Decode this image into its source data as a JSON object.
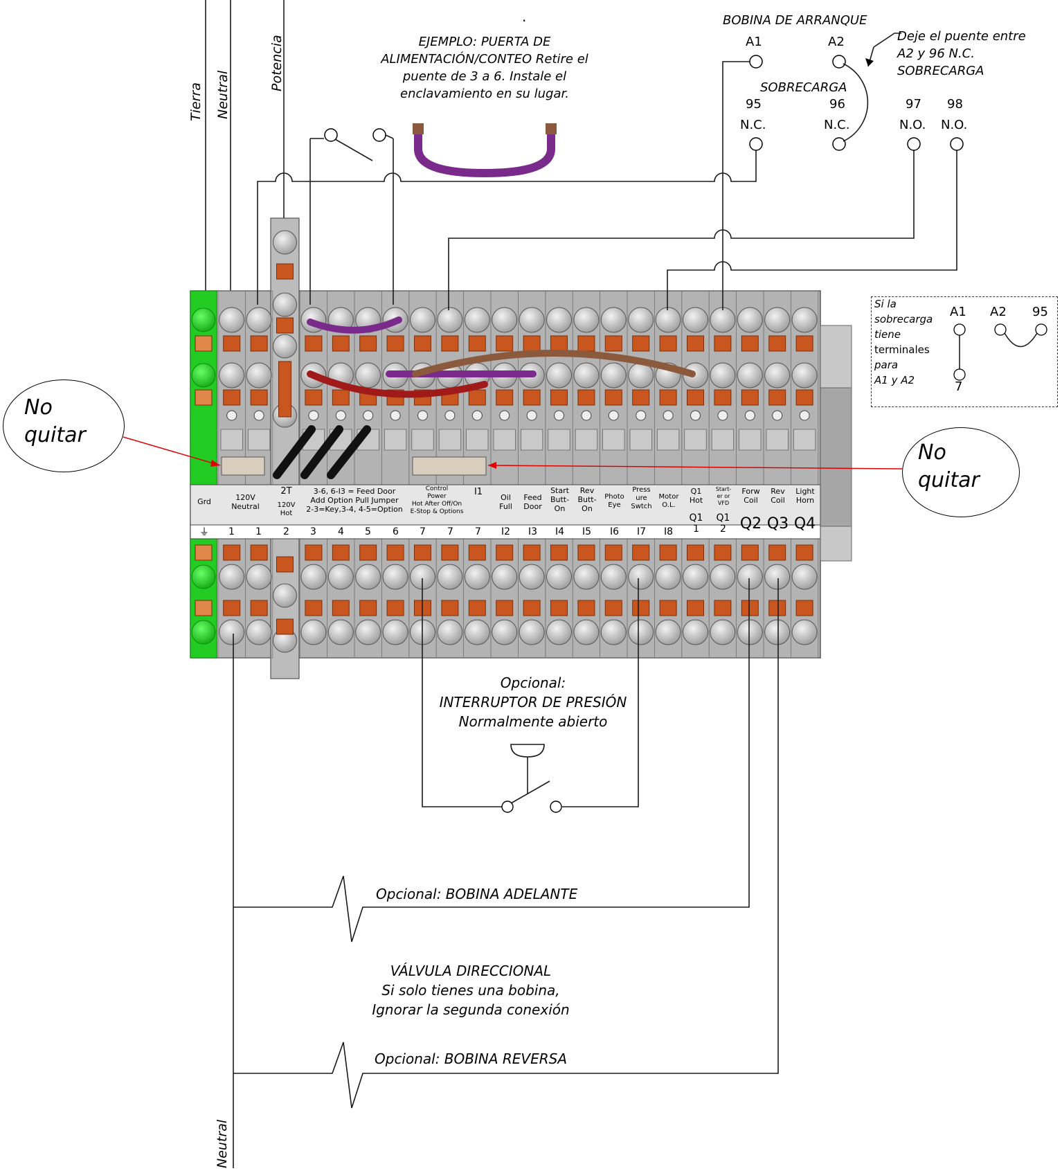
{
  "top_note": ".",
  "vertical_labels": {
    "tierra": "Tierra",
    "neutral_top": "Neutral",
    "potencia": "Potencia",
    "neutral_bottom": "Neutral"
  },
  "example_note": [
    "EJEMPLO: PUERTA DE",
    "ALIMENTACIÓN/CONTEO Retire el",
    "puente de 3 a 6. Instale el",
    "enclavamiento en su lugar."
  ],
  "starter": {
    "title": "BOBINA DE ARRANQUE",
    "a1": "A1",
    "a2": "A2",
    "jumper_note": [
      "Deje el puente entre",
      "A2 y 96 N.C.",
      "SOBRECARGA"
    ],
    "overload_title": "SOBRECARGA",
    "t95": "95",
    "t96": "96",
    "t97": "97",
    "t98": "98",
    "nc": "N.C.",
    "no": "N.O."
  },
  "overload_box": {
    "lines": [
      "Si la",
      "sobrecarga",
      "tiene",
      "terminales",
      "para",
      "A1 y A2"
    ],
    "a1": "A1",
    "a2": "A2",
    "t95": "95",
    "t7": "7"
  },
  "no_quitar_left": [
    "No",
    "quitar"
  ],
  "no_quitar_right": [
    "No",
    "quitar"
  ],
  "block_labels": {
    "grd": "Grd",
    "neutral": [
      "120V",
      "Neutral"
    ],
    "hot_2t": "2T",
    "hot_120v": [
      "120V",
      "Hot"
    ],
    "feed_note": [
      "3-6, 6-I3 = Feed Door",
      "Add Option Pull Jumper",
      "2-3=Key,3-4, 4-5=Option"
    ],
    "control_power": [
      "Control",
      "Power",
      "Hot After Off/On",
      "E-Stop & Options"
    ],
    "i1": "I1",
    "oil_full": [
      "Oil",
      "Full"
    ],
    "feed_door": [
      "Feed",
      "Door"
    ],
    "start_btn": [
      "Start",
      "Butt-",
      "On"
    ],
    "rev_btn": [
      "Rev",
      "Butt-",
      "On"
    ],
    "photo_eye": [
      "Photo",
      "Eye"
    ],
    "pressure": [
      "Press",
      "ure",
      "Swtch"
    ],
    "motor_ol": [
      "Motor",
      "O.L."
    ],
    "q1_hot": [
      "Q1",
      "Hot"
    ],
    "starter_vfd": [
      "Start-",
      "er or",
      "VFD"
    ],
    "forw_coil": [
      "Forw",
      "Coil"
    ],
    "rev_coil": [
      "Rev",
      "Coil"
    ],
    "light_horn": [
      "Light",
      "Horn"
    ]
  },
  "terminal_numbers": [
    "1",
    "1",
    "2",
    "3",
    "4",
    "5",
    "6",
    "7",
    "7",
    "7",
    "I2",
    "I3",
    "I4",
    "I5",
    "I6",
    "I7",
    "I8"
  ],
  "q_labels": {
    "q1_1": [
      "Q1",
      "1"
    ],
    "q1_2": [
      "Q1",
      "2"
    ],
    "q2": "Q2",
    "q3": "Q3",
    "q4": "Q4"
  },
  "pressure_note": [
    "Opcional:",
    "INTERRUPTOR DE PRESIÓN",
    "Normalmente abierto"
  ],
  "forward_coil_note": "Opcional: BOBINA ADELANTE",
  "valve_note": [
    "VÁLVULA DIRECCIONAL",
    "Si solo tienes una bobina,",
    "Ignorar la segunda conexión"
  ],
  "reverse_coil_note": "Opcional: BOBINA REVERSA",
  "colors": {
    "green": "#22cc22",
    "orange": "#c8561e",
    "gray": "#bfbfbf",
    "purple": "#7a2a8a",
    "red": "#a11a1a",
    "brown": "#8b5a3c"
  }
}
